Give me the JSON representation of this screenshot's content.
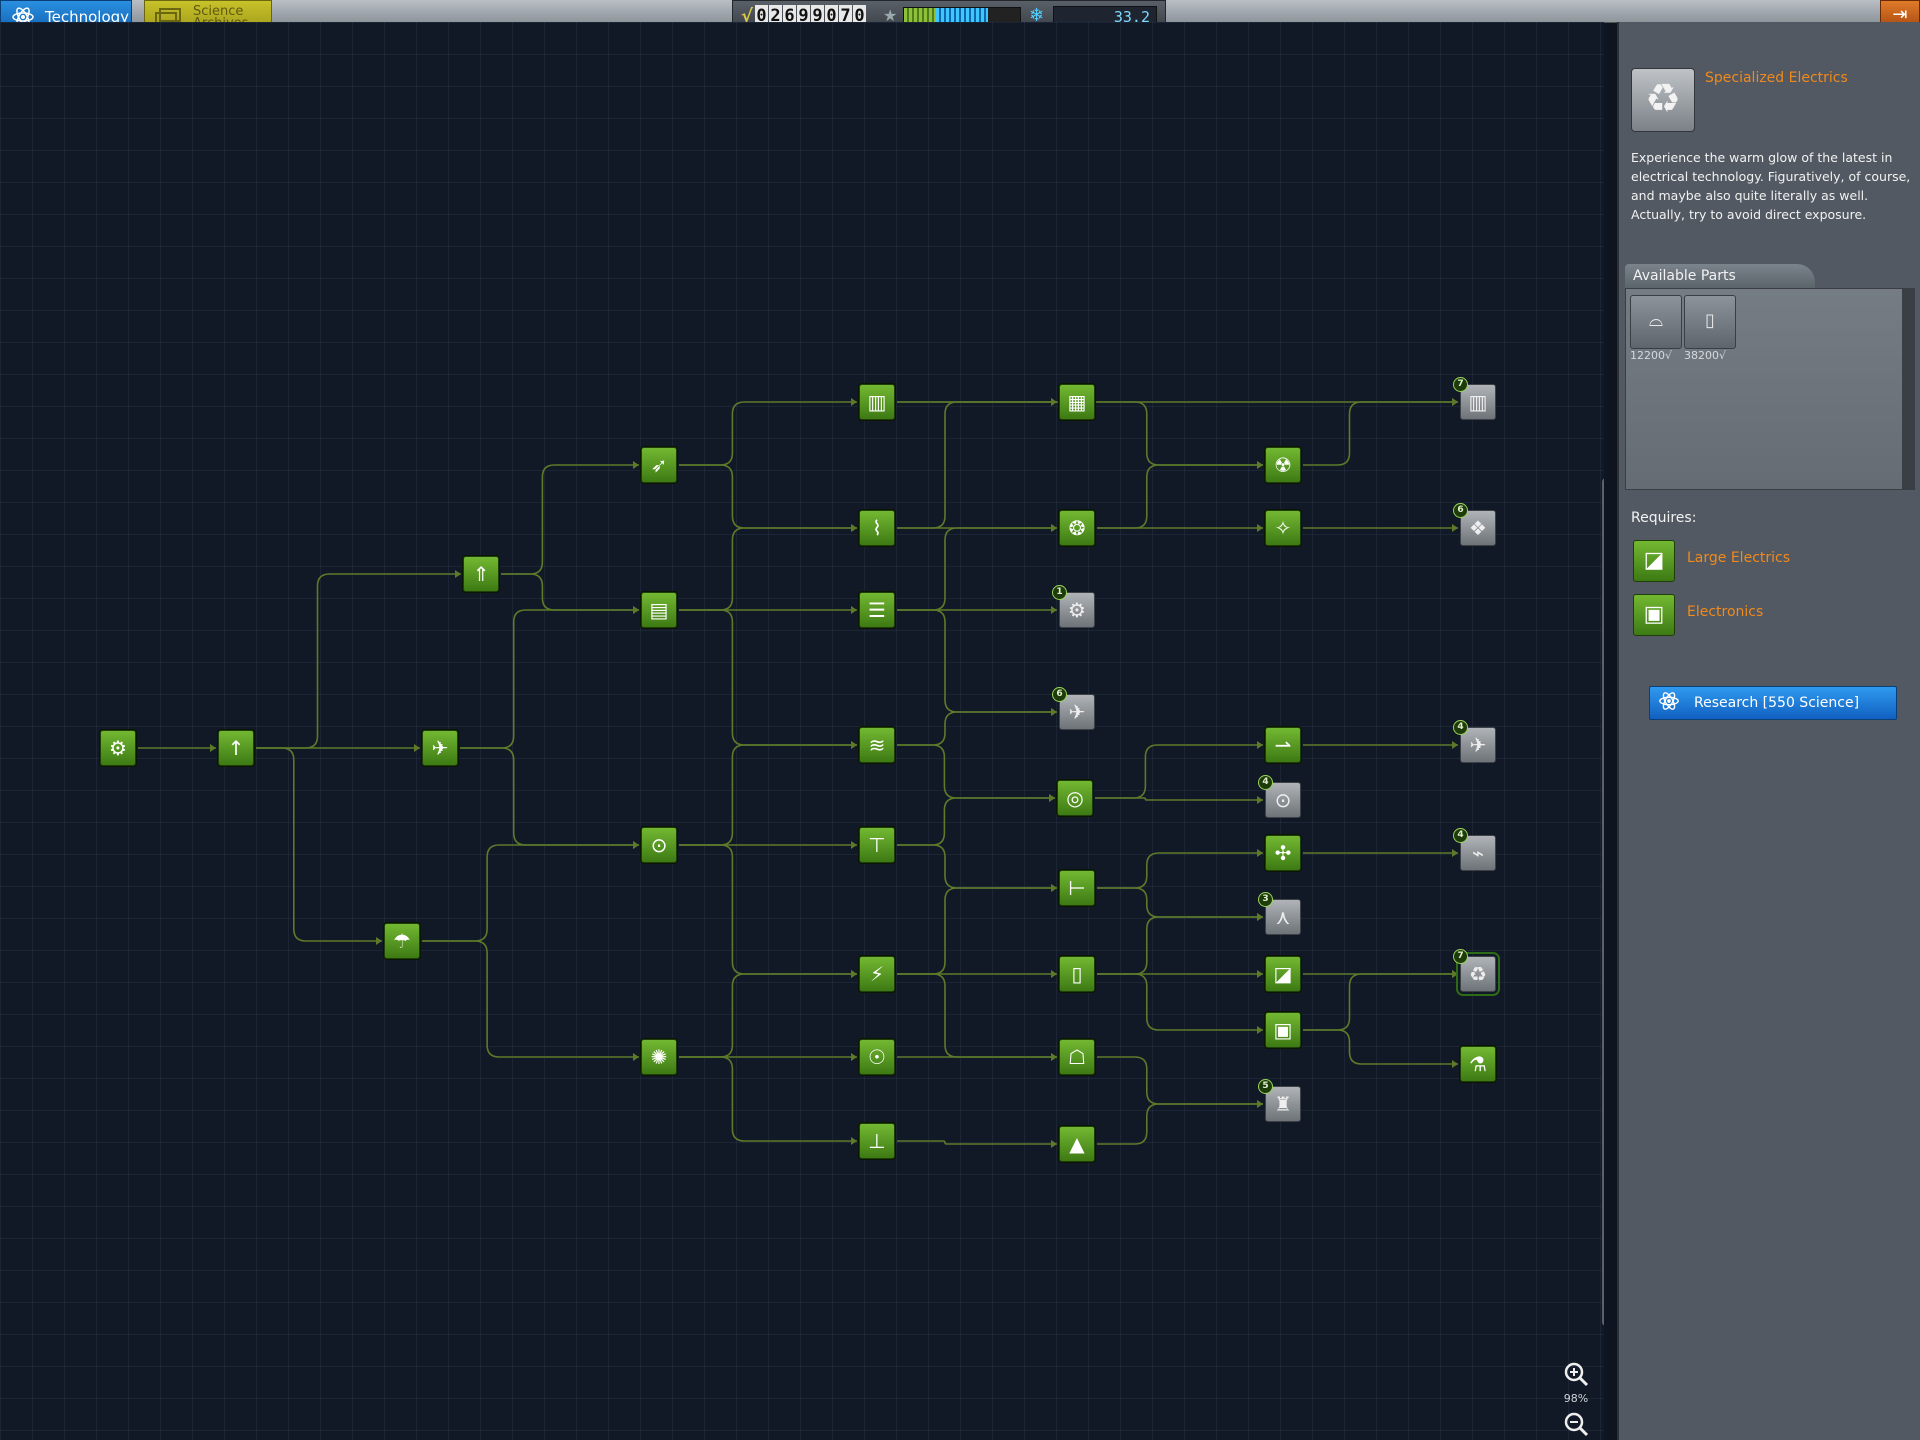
{
  "tabs": {
    "technology": "Technology",
    "science_archives_line1": "Science",
    "science_archives_line2": "Archives"
  },
  "hud": {
    "funds_digits": [
      "0",
      "2",
      "6",
      "9",
      "9",
      "0",
      "7",
      "0"
    ],
    "science": "33.2",
    "reputation_fraction": 0.5
  },
  "zoom": {
    "level": "98%"
  },
  "colors": {
    "researched": "#5c9e24",
    "locked": "#8f9499",
    "line": "#5d7a2a",
    "accent": "#f08a1c"
  },
  "nodes": [
    {
      "id": "start",
      "icon": "⚙",
      "state": "on"
    },
    {
      "id": "basicRocketry",
      "icon": "↑",
      "state": "on"
    },
    {
      "id": "generalRocketry",
      "icon": "⇑",
      "state": "on"
    },
    {
      "id": "stability",
      "icon": "✈",
      "state": "on"
    },
    {
      "id": "survivability",
      "icon": "☂",
      "state": "on"
    },
    {
      "id": "advRocketry",
      "icon": "➶",
      "state": "on"
    },
    {
      "id": "generalConstruction",
      "icon": "▤",
      "state": "on"
    },
    {
      "id": "flightControl",
      "icon": "⊙",
      "state": "on"
    },
    {
      "id": "basicScience",
      "icon": "✺",
      "state": "on"
    },
    {
      "id": "heavyRocketry",
      "icon": "▥",
      "state": "on"
    },
    {
      "id": "fuelSystems",
      "icon": "⌇",
      "state": "on"
    },
    {
      "id": "advConstruction",
      "icon": "☰",
      "state": "on"
    },
    {
      "id": "aviation",
      "icon": "≋",
      "state": "on"
    },
    {
      "id": "advFlightControl",
      "icon": "⊤",
      "state": "on"
    },
    {
      "id": "electrics",
      "icon": "⚡",
      "state": "on"
    },
    {
      "id": "spaceExploration",
      "icon": "☉",
      "state": "on"
    },
    {
      "id": "landing",
      "icon": "⊥",
      "state": "on"
    },
    {
      "id": "veryHeavyRocketry",
      "icon": "▦",
      "state": "on"
    },
    {
      "id": "propulsionSystems",
      "icon": "❂",
      "state": "on"
    },
    {
      "id": "actuators",
      "icon": "⚙",
      "state": "off",
      "badge": "1"
    },
    {
      "id": "supersonicFlight",
      "icon": "✈",
      "state": "off",
      "badge": "6"
    },
    {
      "id": "flightTechnology",
      "icon": "◎",
      "state": "on"
    },
    {
      "id": "advExploration",
      "icon": "⊢",
      "state": "on"
    },
    {
      "id": "advElectrics",
      "icon": "▯",
      "state": "on"
    },
    {
      "id": "advLanding",
      "icon": "☖",
      "state": "on"
    },
    {
      "id": "specializedConstruction",
      "icon": "▲",
      "state": "on"
    },
    {
      "id": "nuclearPropulsion",
      "icon": "☢",
      "state": "on"
    },
    {
      "id": "precisionPropulsion",
      "icon": "✧",
      "state": "on"
    },
    {
      "id": "highAltitudeFlight",
      "icon": "⇀",
      "state": "on"
    },
    {
      "id": "advAerodynamics",
      "icon": "⊙",
      "state": "off",
      "badge": "4"
    },
    {
      "id": "heavyLanding",
      "icon": "✣",
      "state": "on"
    },
    {
      "id": "advMetalWorks",
      "icon": "⋏",
      "state": "off",
      "badge": "3"
    },
    {
      "id": "largeElectrics",
      "icon": "◪",
      "state": "on"
    },
    {
      "id": "electronics",
      "icon": "▣",
      "state": "on"
    },
    {
      "id": "fieldScience",
      "icon": "♜",
      "state": "off",
      "badge": "5"
    },
    {
      "id": "veryHeavyRocketry2",
      "icon": "▥",
      "state": "off",
      "badge": "7"
    },
    {
      "id": "ionPropulsion",
      "icon": "❖",
      "state": "off",
      "badge": "6"
    },
    {
      "id": "hypersonicFlight",
      "icon": "✈",
      "state": "off",
      "badge": "4"
    },
    {
      "id": "unmannedTech",
      "icon": "⌁",
      "state": "off",
      "badge": "4"
    },
    {
      "id": "specializedElectrics",
      "icon": "♻",
      "state": "off",
      "badge": "7",
      "selected": true
    },
    {
      "id": "scienceTech",
      "icon": "⚗",
      "state": "on"
    }
  ],
  "panel": {
    "selected_icon": "recycle-icon",
    "title": "Specialized Electrics",
    "description": "Experience the warm glow of the latest in electrical technology. Figuratively, of course, and maybe also quite literally as well. Actually, try to avoid direct exposure.",
    "available_parts_label": "Available Parts",
    "parts": [
      {
        "icon": "radial-panel-icon",
        "price": "12200"
      },
      {
        "icon": "battery-bank-icon",
        "price": "38200"
      }
    ],
    "funds_symbol": "√",
    "requires_label": "Requires:",
    "requires": [
      {
        "name": "Large Electrics",
        "icon": "large-electrics-icon"
      },
      {
        "name": "Electronics",
        "icon": "electronics-icon"
      }
    ],
    "research_button": "Research [550 Science]"
  }
}
